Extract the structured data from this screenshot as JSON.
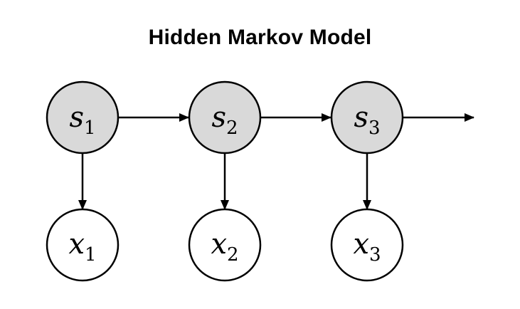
{
  "title": "Hidden Markov Model",
  "colors": {
    "hidden_fill": "#d9d9d9",
    "observed_fill": "#ffffff",
    "stroke": "#000000"
  },
  "hidden_nodes": [
    {
      "var": "s",
      "sub": "1"
    },
    {
      "var": "s",
      "sub": "2"
    },
    {
      "var": "s",
      "sub": "3"
    }
  ],
  "observed_nodes": [
    {
      "var": "x",
      "sub": "1"
    },
    {
      "var": "x",
      "sub": "2"
    },
    {
      "var": "x",
      "sub": "3"
    }
  ]
}
